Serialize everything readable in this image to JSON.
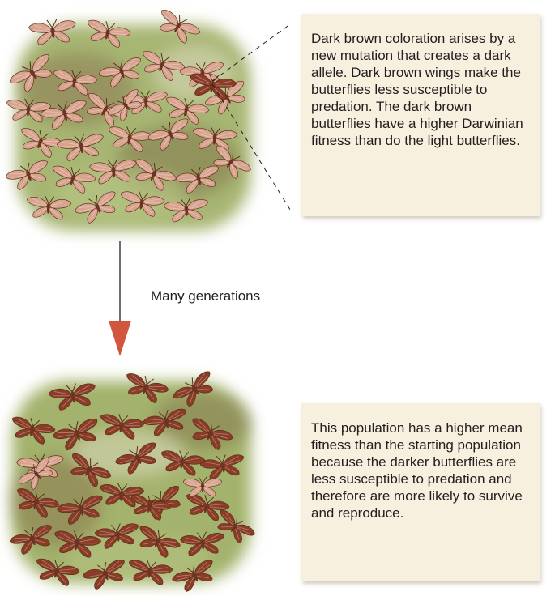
{
  "top_note": "Dark brown coloration arises by a new mutation that creates a dark allele. Dark brown wings make the butterflies less susceptible to predation. The dark brown butterflies have a higher Darwinian fitness than do the light butterflies.",
  "arrow_label": "Many generations",
  "bottom_note": "This population has a higher mean fitness than the starting population because the darker butterflies are less susceptible to predation and therefore are more likely to survive and reproduce.",
  "colors": {
    "light_butterfly": "#d9a48f",
    "dark_butterfly": "#8a3c26",
    "arrow": "#d2553d",
    "note_background": "#f7f0df",
    "background_green": "#9fae6a",
    "background_brown": "#8c7a55"
  },
  "populations": {
    "starting": {
      "light_count": 30,
      "dark_count": 1
    },
    "later": {
      "light_count": 3,
      "dark_count": 28
    }
  }
}
